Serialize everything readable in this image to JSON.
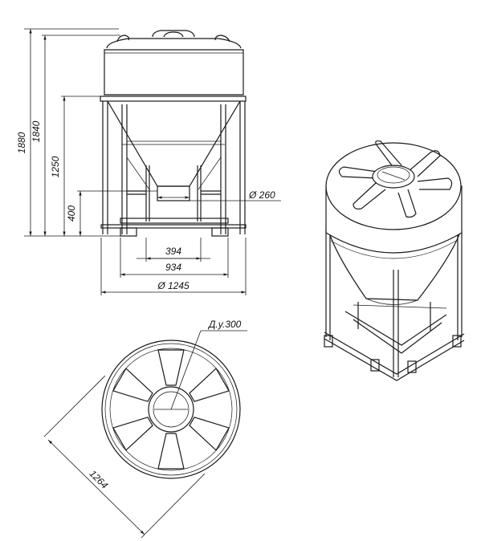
{
  "dimensions": {
    "height_total": "1880",
    "height_body": "1840",
    "height_frame": "1250",
    "height_outlet": "400",
    "outlet_diameter": "Ø 260",
    "support_width_inner": "394",
    "support_width_outer": "934",
    "tank_diameter": "Ø 1245",
    "hatch_size": "Д.у.300",
    "plan_diameter": "1264"
  }
}
